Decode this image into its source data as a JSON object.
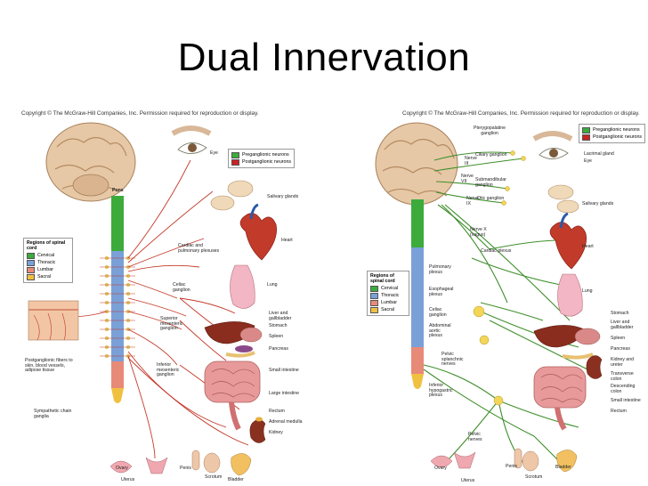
{
  "title": "Dual Innervation",
  "colors": {
    "preganglionic": "#cc2222",
    "postganglionic_sympathetic": "#c43a2a",
    "parasympathetic": "#3f8f2c",
    "cervical": "#3cab3c",
    "thoracic": "#7aa0d8",
    "lumbar": "#e88a78",
    "sacral": "#f0c040"
  },
  "left": {
    "copyright": "Copyright © The McGraw-Hill Companies, Inc. Permission required for reproduction or display.",
    "legend": {
      "pre": "Preganglionic neurons",
      "post": "Postganglionic neurons"
    },
    "regions": {
      "title": "Regions of spinal cord",
      "items": [
        "Cervical",
        "Thoracic",
        "Lumbar",
        "Sacral"
      ]
    },
    "labels": {
      "eye": "Eye",
      "pons": "Pons",
      "salivary": "Salivary glands",
      "heart": "Heart",
      "cardiac_plexuses": "Cardiac and\npulmonary plexuses",
      "lung": "Lung",
      "celiac": "Celiac\nganglion",
      "liver": "Liver and\ngallbladder",
      "stomach": "Stomach",
      "sup_mes": "Superior\nmesenteric\nganglion",
      "spleen": "Spleen",
      "pancreas": "Pancreas",
      "postganglionic_fibers": "Postganglionic fibers to\nskin, blood vessels,\nadipose tissue",
      "inf_mes": "Inferior\nmesenteric\nganglion",
      "small_int": "Small intestine",
      "large_int": "Large intestine",
      "chain": "Sympathetic chain\nganglia",
      "rectum": "Rectum",
      "adrenal": "Adrenal medulla",
      "kidney": "Kidney",
      "ovary": "Ovary",
      "penis": "Penis",
      "uterus": "Uterus",
      "scrotum": "Scrotum",
      "bladder": "Bladder"
    }
  },
  "right": {
    "copyright": "Copyright © The McGraw-Hill Companies, Inc. Permission required for reproduction or display.",
    "legend": {
      "pre": "Preganglionic neurons",
      "post": "Postganglionic neurons"
    },
    "regions": {
      "title": "Regions of\nspinal cord",
      "items": [
        "Cervical",
        "Thoracic",
        "Lumbar",
        "Sacral"
      ]
    },
    "labels": {
      "ptery": "Pterygopalatine\nganglion",
      "ciliary": "Ciliary ganglion",
      "lacrimal": "Lacrimal gland",
      "eye": "Eye",
      "n3": "Nerve\nIII",
      "n7": "Nerve\nVII",
      "submand": "Submandibular\nganglion",
      "n9": "Nerve\nIX",
      "otic": "Otic ganglion",
      "salivary": "Salivary glands",
      "n10": "Nerve X\n(vagus)",
      "cardiac": "Cardiac plexus",
      "heart": "Heart",
      "pulm": "Pulmonary\nplexus",
      "lung": "Lung",
      "esoph": "Esophageal\nplexus",
      "celiac": "Celiac\nganglion",
      "stomach": "Stomach",
      "abd": "Abdominal\naortic\nplexus",
      "liver": "Liver and\ngallbladder",
      "spleen": "Spleen",
      "pancreas": "Pancreas",
      "pelvic": "Pelvic\nsplanchnic\nnerves",
      "kidney": "Kidney and\nureter",
      "transverse": "Transverse\ncolon",
      "inf_hypo": "Inferior\nhypogastric\nplexus",
      "descending": "Descending\ncolon",
      "small_int": "Small intestine",
      "rectum": "Rectum",
      "pelvic_nerves": "Pelvic\nnerves",
      "ovary": "Ovary",
      "penis": "Penis",
      "uterus": "Uterus",
      "scrotum": "Scrotum",
      "bladder": "Bladder"
    }
  }
}
